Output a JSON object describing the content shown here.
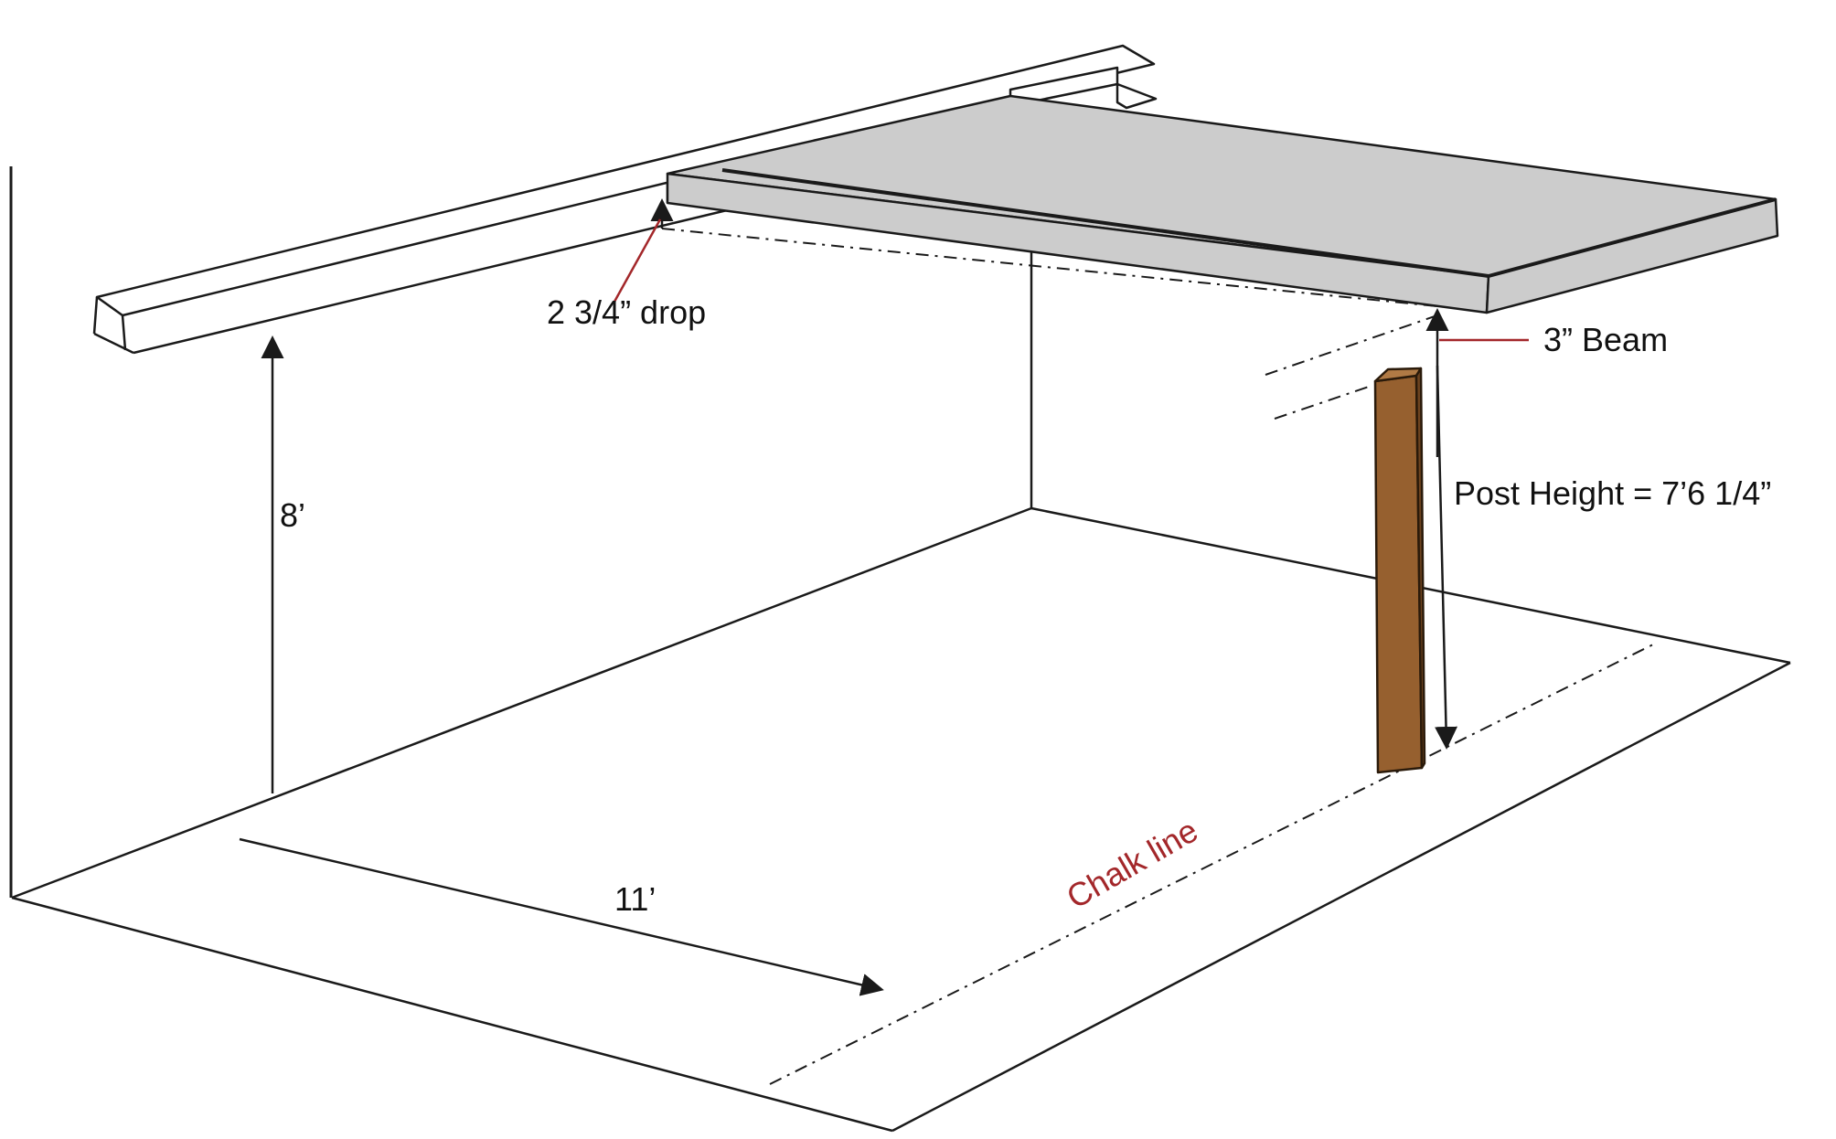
{
  "diagram": {
    "labels": {
      "drop": "2 3/4” drop",
      "beam": "3” Beam",
      "post_height": "Post Height = 7’6 1/4”",
      "wall_height": "8’",
      "distance": "11’",
      "chalk_line": "Chalk line"
    },
    "colors": {
      "line": "#1a1a1a",
      "roof_fill": "#cccccc",
      "post_fill": "#96602f",
      "post_stroke": "#5a3a1a",
      "annotation_red": "#a3272a"
    }
  }
}
